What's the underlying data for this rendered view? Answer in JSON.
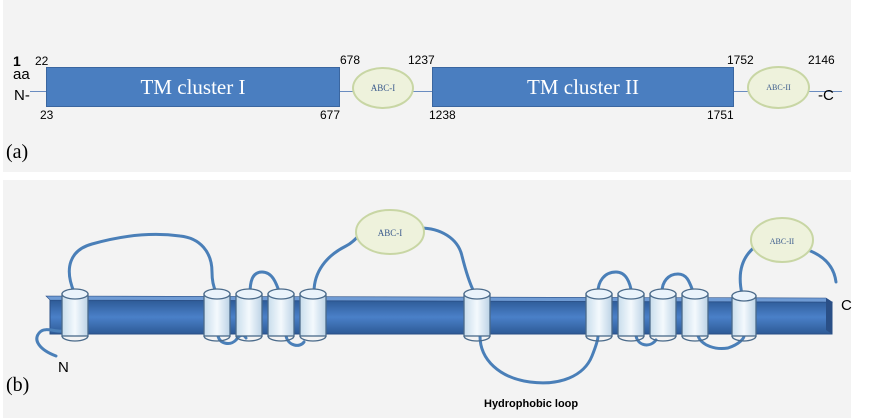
{
  "panel_a": {
    "label": "(a)",
    "start_number": "1",
    "aa_label": "aa",
    "n_terminal": "N-",
    "c_terminal": "-C",
    "tm1": {
      "label": "TM cluster I",
      "start_top": "22",
      "start_bottom": "23",
      "end_top": "678",
      "end_bottom": "677"
    },
    "abc1": {
      "label": "ABC-I",
      "end_top": "1237"
    },
    "tm2": {
      "label": "TM cluster II",
      "start_bottom": "1238",
      "end_top": "1752",
      "end_bottom": "1751"
    },
    "abc2": {
      "label": "ABC-II",
      "end_top": "2146"
    }
  },
  "panel_b": {
    "label": "(b)",
    "abc1_label": "ABC-I",
    "abc2_label": "ABC-II",
    "n_label": "N",
    "c_label": "C",
    "loop_label": "Hydrophobic loop"
  },
  "colors": {
    "domain_fill": "#4a7ec0",
    "membrane_fill": "#3d6fb5",
    "ellipse_fill": "#eef2dc",
    "ellipse_border": "#c8d6a4",
    "loop_stroke": "#4a7fb8"
  }
}
